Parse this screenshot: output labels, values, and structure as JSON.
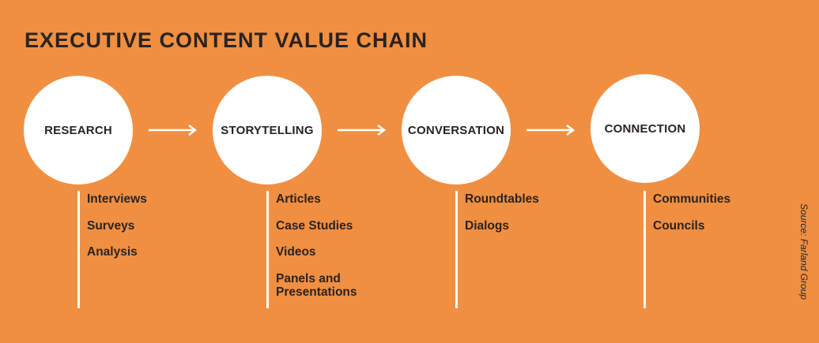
{
  "title": "EXECUTIVE CONTENT VALUE CHAIN",
  "stages": [
    {
      "label": "RESEARCH",
      "items": [
        "Interviews",
        "Surveys",
        "Analysis"
      ]
    },
    {
      "label": "STORYTELLING",
      "items": [
        "Articles",
        "Case Studies",
        "Videos",
        "Panels and Presentations"
      ]
    },
    {
      "label": "CONVERSATION",
      "items": [
        "Roundtables",
        "Dialogs"
      ]
    },
    {
      "label": "CONNECTION",
      "items": [
        "Communities",
        "Councils"
      ]
    }
  ],
  "source": "Source: Farland Group",
  "colors": {
    "background": "#F08F42",
    "circle": "#FFFFFF",
    "text": "#2B2320",
    "arrow": "#FFFFFF"
  }
}
